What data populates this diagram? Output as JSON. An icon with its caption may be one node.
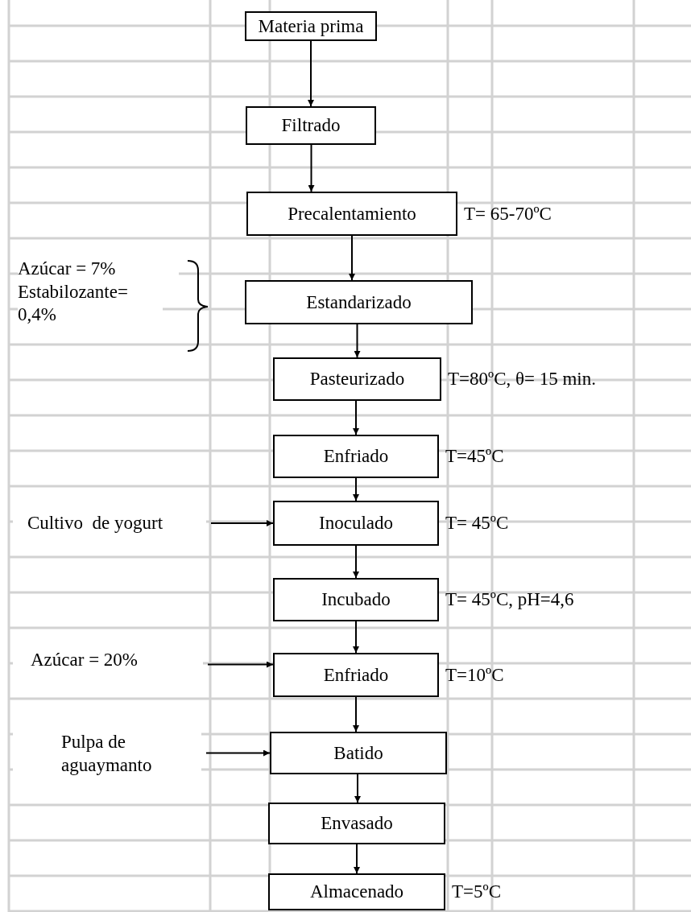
{
  "diagram": {
    "nodes": [
      {
        "text": [
          "Materia prima"
        ]
      },
      {
        "text": [
          "Filtrado"
        ]
      },
      {
        "text": [
          "Precalentamiento"
        ],
        "beside": [
          "T= 65-70ºC"
        ]
      },
      {
        "text": [
          "Estandarizado"
        ]
      },
      {
        "text": [
          "Pasteurizado"
        ],
        "beside": [
          "T=80ºC, θ= 15 min."
        ]
      },
      {
        "text": [
          "Enfriado"
        ],
        "beside": [
          "T=45ºC"
        ]
      },
      {
        "text": [
          "Inoculado"
        ],
        "beside": [
          "T= 45ºC"
        ]
      },
      {
        "text": [
          "Incubado"
        ],
        "beside": [
          "T= 45ºC, pH=4,6"
        ]
      },
      {
        "text": [
          "Enfriado"
        ],
        "beside": [
          "T=10ºC"
        ]
      },
      {
        "text": [
          "Batido"
        ]
      },
      {
        "text": [
          "Envasado"
        ]
      },
      {
        "text": [
          "Almacenado"
        ],
        "beside": [
          "T=5ºC"
        ]
      },
      {
        "text": [
          "Cultivo  de yogurt"
        ]
      },
      {
        "text": [
          "Azúcar = 20%"
        ]
      },
      {
        "text": [
          "Pulpa de aguaymanto"
        ]
      }
    ],
    "edges": [
      {
        "from": 0,
        "to": 1,
        "arrow": "to"
      },
      {
        "from": 1,
        "to": 2,
        "arrow": "to"
      },
      {
        "from": 2,
        "to": 3,
        "arrow": "to"
      },
      {
        "from": 3,
        "to": 4,
        "arrow": "to"
      },
      {
        "from": 4,
        "to": 5,
        "arrow": "to"
      },
      {
        "from": 5,
        "to": 6,
        "arrow": "to"
      },
      {
        "from": 6,
        "to": 7,
        "arrow": "to"
      },
      {
        "from": 7,
        "to": 8,
        "arrow": "to"
      },
      {
        "from": 8,
        "to": 9,
        "arrow": "to"
      },
      {
        "from": 9,
        "to": 10,
        "arrow": "to"
      },
      {
        "from": 10,
        "to": 11,
        "arrow": "to"
      },
      {
        "from": 12,
        "to": 6,
        "arrow": "to"
      },
      {
        "from": 13,
        "to": 8,
        "arrow": "to"
      },
      {
        "from": 14,
        "to": 9,
        "arrow": "to"
      }
    ],
    "labels": [
      "Azúcar = 7%",
      "Estabilozante= 0,4%"
    ]
  }
}
